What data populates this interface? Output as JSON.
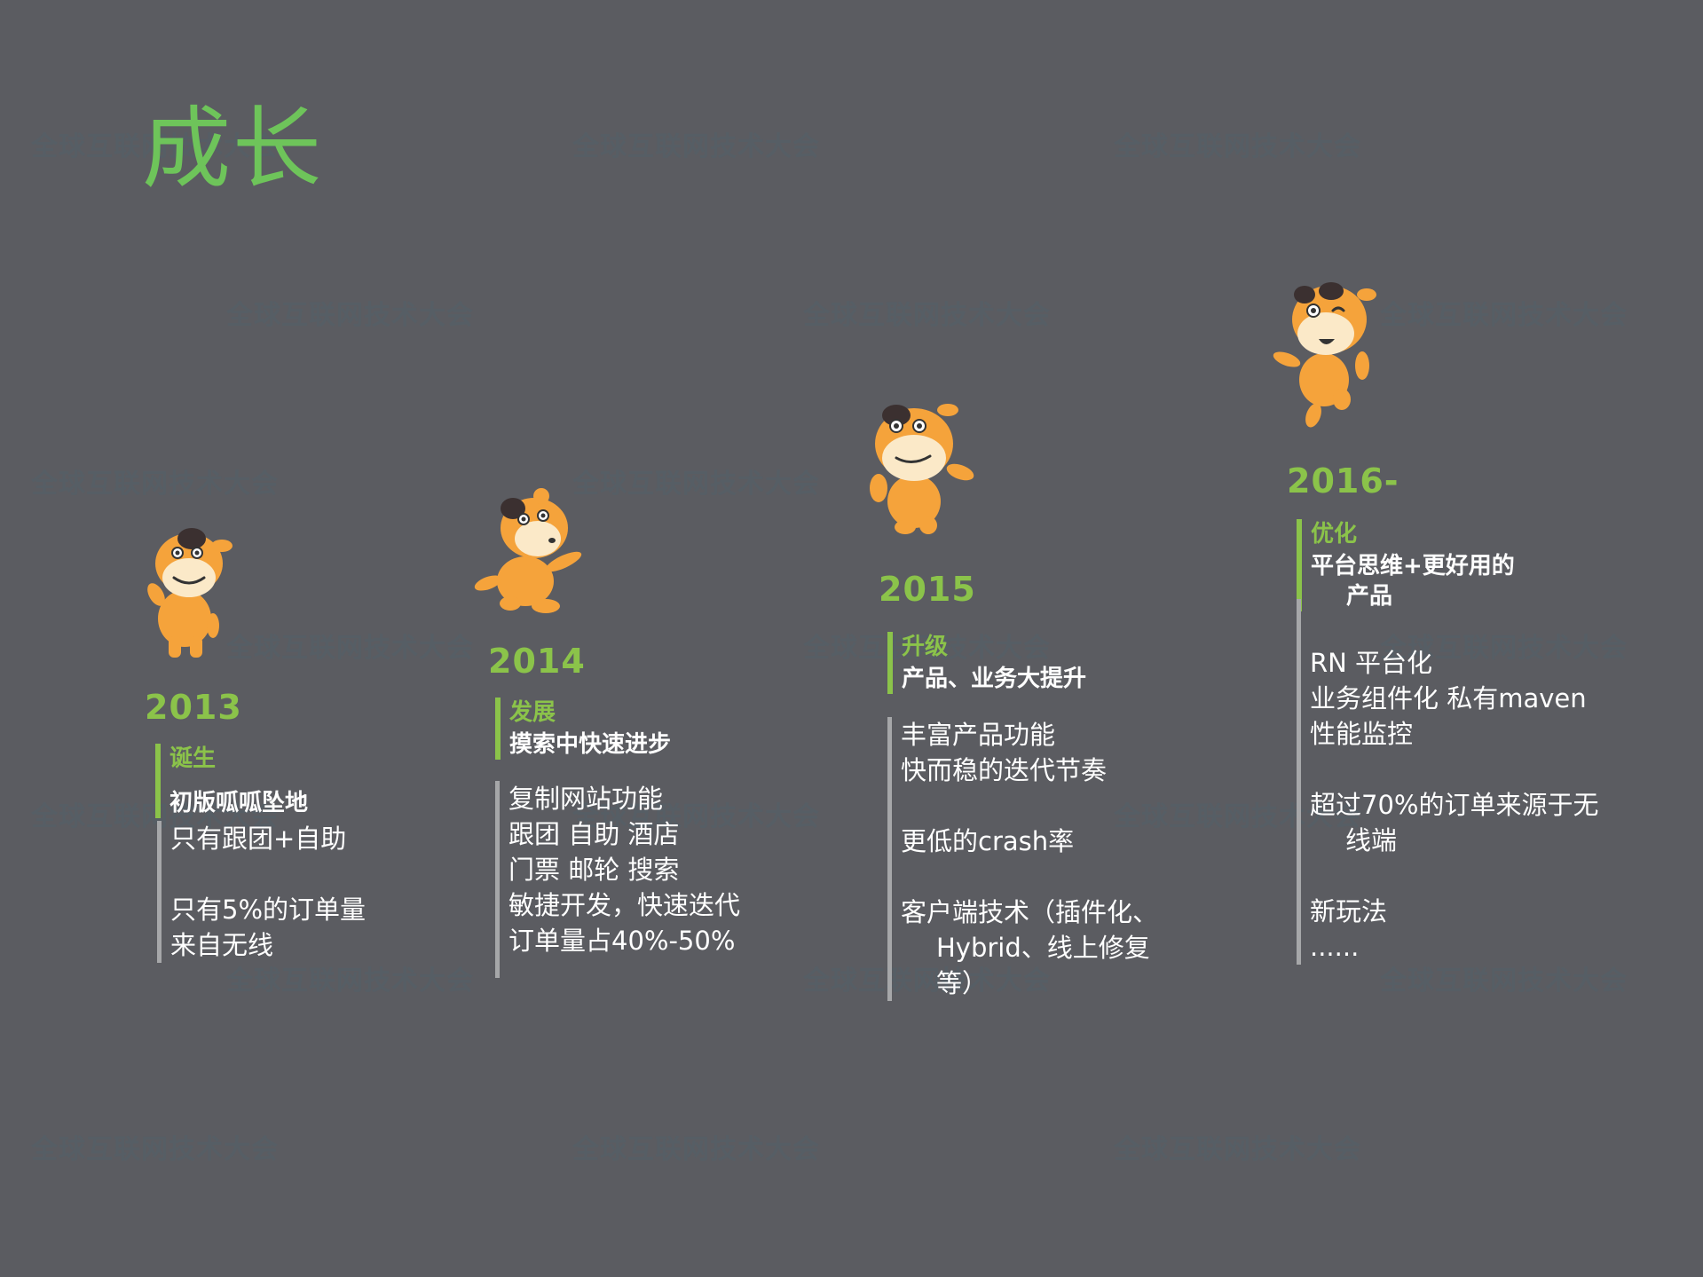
{
  "watermark_text": "全球互联网技术大会",
  "title": "成长",
  "stages": [
    {
      "year": "2013",
      "label": "诞生",
      "subtitle": "初版呱呱坠地",
      "lines": [
        "只有跟团+自助",
        "",
        "只有5%的订单量",
        "来自无线"
      ]
    },
    {
      "year": "2014",
      "label": "发展",
      "subtitle": "摸索中快速进步",
      "lines": [
        "复制网站功能",
        "跟团 自助 酒店",
        "门票 邮轮 搜索",
        "敏捷开发，快速迭代",
        "订单量占40%-50%"
      ]
    },
    {
      "year": "2015",
      "label": "升级",
      "subtitle": "产品、业务大提升",
      "lines": [
        "丰富产品功能",
        "快而稳的迭代节奏",
        "",
        "更低的crash率",
        "",
        "客户端技术（插件化、",
        "Hybrid、线上修复",
        "等）"
      ]
    },
    {
      "year": "2016-",
      "label": "优化",
      "subtitle_1": "平台思维+更好用的",
      "subtitle_2": "产品",
      "lines": [
        "RN 平台化",
        "业务组件化 私有maven",
        "性能监控",
        "",
        "超过70%的订单来源于无",
        "线端",
        "",
        "新玩法",
        "......"
      ]
    }
  ],
  "colors": {
    "background": "#5b5c61",
    "accent_green": "#8bc34a",
    "title_green": "#6ec45a",
    "mascot_orange": "#f5a33b",
    "divider_gray": "#a6a7a9"
  }
}
